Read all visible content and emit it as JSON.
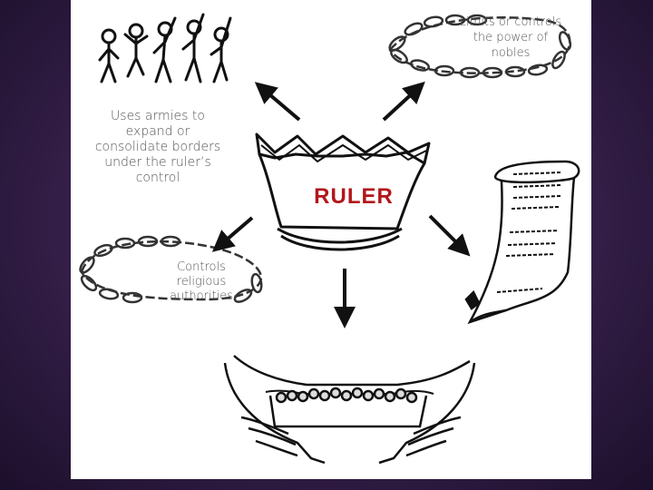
{
  "diagram": {
    "center": {
      "label": "RULER"
    },
    "captions": {
      "nobles": "Limits or controls the power of nobles",
      "armies": "Uses armies to expand or consolidate borders under the ruler’s control",
      "religion": "Controls religious authorities"
    }
  },
  "colors": {
    "background": "#3b2350",
    "panel": "#ffffff",
    "ruler_label": "#b3161b",
    "caption_text": "#555555",
    "ink": "#111111"
  }
}
